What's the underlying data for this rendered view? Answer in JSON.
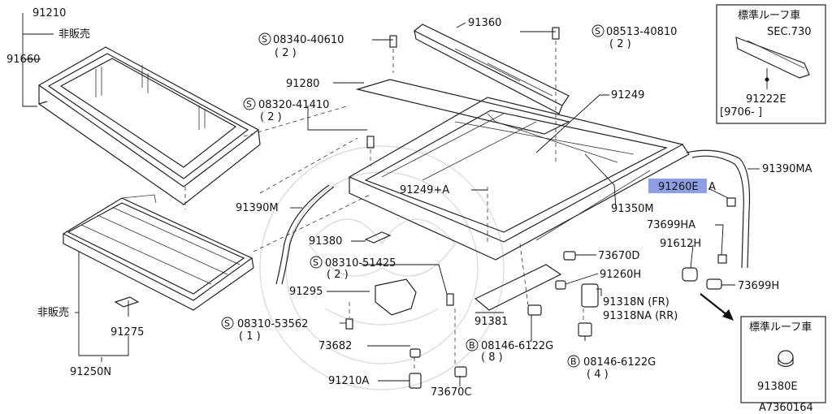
{
  "diagram_id": "A7360164",
  "callouts": {
    "p91210": "91210",
    "p91660": "91660",
    "hihanbai1": "非販売",
    "hihanbai2": "非販売",
    "p91275": "91275",
    "p91250N": "91250N",
    "p91390M": "91390M",
    "p91380": "91380",
    "p91295": "91295",
    "p91360": "91360",
    "p91280": "91280",
    "p91249": "91249",
    "p91249A": "91249+A",
    "p91350M": "91350M",
    "p91390MA": "91390MA",
    "p91260EA": "91260E",
    "p91260EA_suffix": "A",
    "p73699HA": "73699HA",
    "p91612H": "91612H",
    "p73699H": "73699H",
    "p73670D": "73670D",
    "p91260H": "91260H",
    "p91318N": "91318N (FR)",
    "p91318NA": "91318NA (RR)",
    "p91381": "91381",
    "p73682": "73682",
    "p91210A": "91210A",
    "p73670C": "73670C"
  },
  "fasteners": {
    "s08340": {
      "sym": "S",
      "num": "08340-40610",
      "qty": "( 2 )"
    },
    "s08513": {
      "sym": "S",
      "num": "08513-40810",
      "qty": "( 2 )"
    },
    "s08320": {
      "sym": "S",
      "num": "08320-41410",
      "qty": "( 2 )"
    },
    "s08310a": {
      "sym": "S",
      "num": "08310-51425",
      "qty": "( 2 )"
    },
    "s08310b": {
      "sym": "S",
      "num": "08310-53562",
      "qty": "( 1 )"
    },
    "b08146a": {
      "sym": "B",
      "num": "08146-6122G",
      "qty": "( 8 )"
    },
    "b08146b": {
      "sym": "B",
      "num": "08146-6122G",
      "qty": "( 4 )"
    }
  },
  "inset_top": {
    "title": "標準ルーフ車",
    "sec": "SEC.730",
    "part": "91222E",
    "range": "[9706-      ]"
  },
  "inset_bottom": {
    "title": "標準ルーフ車",
    "part": "91380E"
  },
  "highlight_color": "#8f9fe6"
}
